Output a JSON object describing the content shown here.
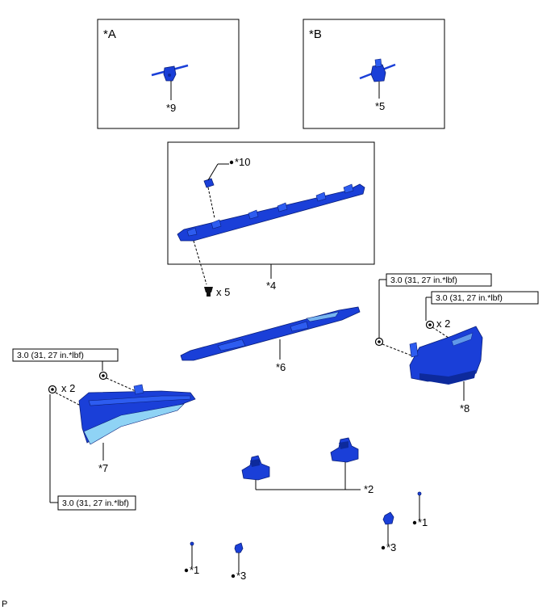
{
  "views": {
    "a": {
      "header": "*A",
      "part": "*9"
    },
    "b": {
      "header": "*B",
      "part": "*5"
    }
  },
  "labels": {
    "p1_left": "*1",
    "p1_right": "*1",
    "p2": "*2",
    "p3_left": "*3",
    "p3_right": "*3",
    "p4": "*4",
    "p6": "*6",
    "p7": "*7",
    "p8": "*8",
    "p10": "*10",
    "corner": "P"
  },
  "quantities": {
    "clip_x5": "x 5",
    "nut_left_x2": "x 2",
    "nut_right_x2": "x 2"
  },
  "torque": {
    "left_upper": "3.0 (31, 27 in.*lbf)",
    "left_lower": "3.0 (31, 27 in.*lbf)",
    "right_upper": "3.0 (31, 27 in.*lbf)",
    "right_lower": "3.0 (31, 27 in.*lbf)"
  },
  "colors": {
    "part_blue": "#1a3fd8",
    "part_light": "#8fd3f5",
    "line": "#000000"
  }
}
